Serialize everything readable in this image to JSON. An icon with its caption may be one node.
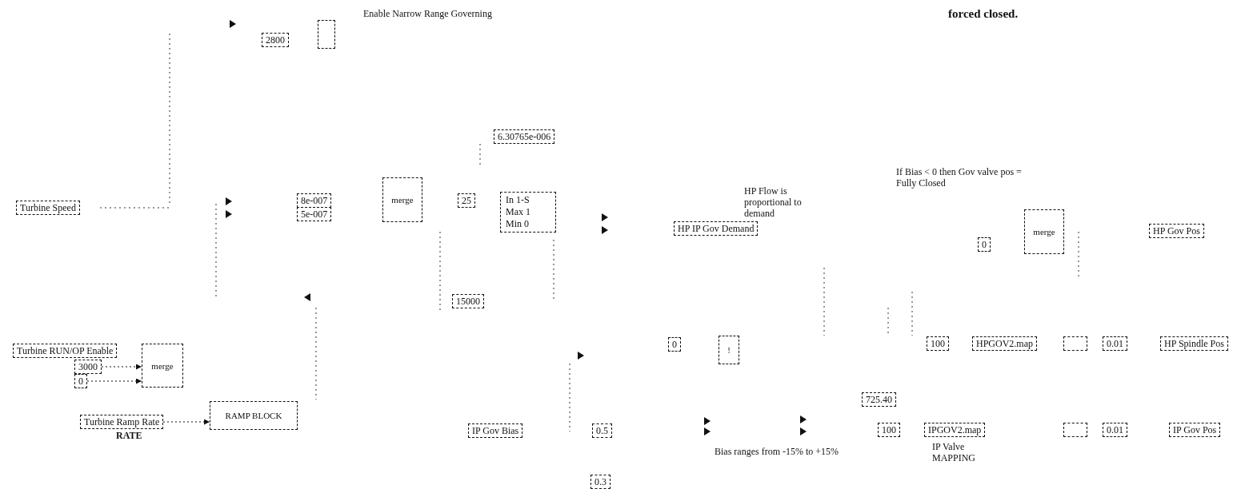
{
  "diagram": {
    "nodes": [
      {
        "text": [
          "2800"
        ]
      },
      {
        "text": [],
        "shape": "box"
      },
      {
        "text": [
          "Turbine Speed"
        ]
      },
      {
        "text": [
          "8e-007"
        ]
      },
      {
        "text": [
          "5e-007"
        ]
      },
      {
        "text": [
          "merge"
        ]
      },
      {
        "text": [
          "6.30765e-006"
        ]
      },
      {
        "text": [
          "25"
        ]
      },
      {
        "text": [
          "In 1-S",
          "Max 1",
          "Min 0"
        ]
      },
      {
        "text": [
          "HP IP Gov Demand"
        ]
      },
      {
        "text": [
          "merge"
        ]
      },
      {
        "text": [
          "0"
        ]
      },
      {
        "text": [
          "HP Gov Pos"
        ]
      },
      {
        "text": [
          "15000"
        ]
      },
      {
        "text": [
          "Turbine RUN/OP Enable"
        ]
      },
      {
        "text": [
          "3000"
        ]
      },
      {
        "text": [
          "0"
        ]
      },
      {
        "text": [
          "merge"
        ]
      },
      {
        "text": [
          "0"
        ]
      },
      {
        "text": [
          "!"
        ]
      },
      {
        "text": [
          "100"
        ]
      },
      {
        "text": [
          "HPGOV2.map"
        ]
      },
      {
        "text": [],
        "shape": "box"
      },
      {
        "text": [
          "0.01"
        ]
      },
      {
        "text": [
          "HP Spindle Pos"
        ]
      },
      {
        "text": [
          "725.40"
        ]
      },
      {
        "text": [
          "Turbine Ramp Rate"
        ],
        "beside": [
          "RATE"
        ]
      },
      {
        "text": [
          "RAMP BLOCK"
        ]
      },
      {
        "text": [
          "IP Gov Bias"
        ]
      },
      {
        "text": [
          "0.5"
        ]
      },
      {
        "text": [
          "100"
        ]
      },
      {
        "text": [
          "IPGOV2.map"
        ]
      },
      {
        "text": [],
        "shape": "box"
      },
      {
        "text": [
          "0.01"
        ]
      },
      {
        "text": [
          "IP Gov Pos"
        ]
      },
      {
        "text": [
          "0.3"
        ]
      }
    ],
    "edges": [
      {
        "from": 15,
        "to": 17,
        "arrow": "to"
      },
      {
        "from": 16,
        "to": 17,
        "arrow": "to"
      },
      {
        "from": 26,
        "to": 27,
        "arrow": "to"
      }
    ],
    "labels": [
      "Enable Narrow Range Governing",
      "forced closed.",
      "HP Flow is proportional to demand",
      "If Bias < 0 then Gov valve pos = Fully Closed",
      "Bias ranges from -15% to +15%",
      "IP Valve MAPPING"
    ]
  }
}
